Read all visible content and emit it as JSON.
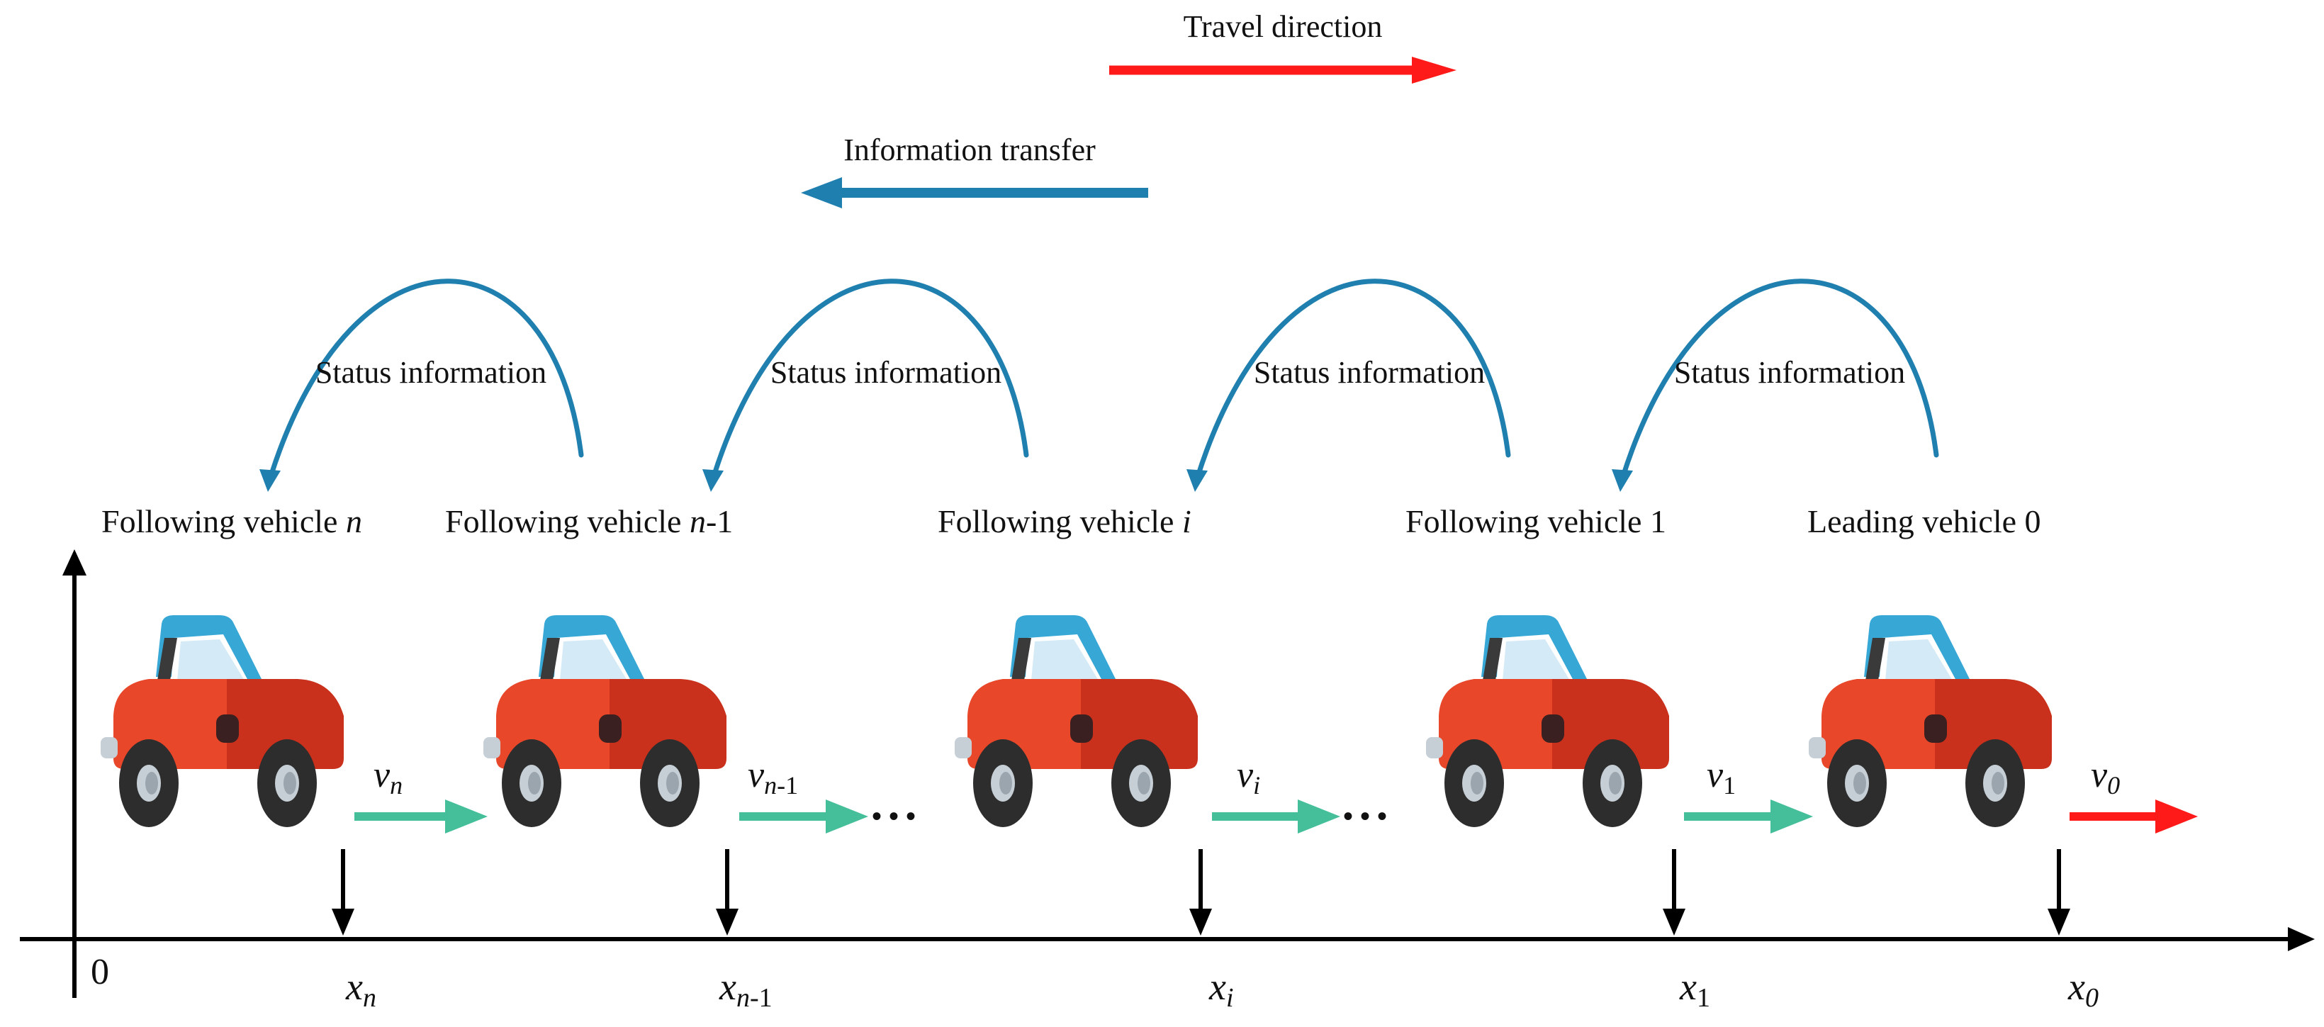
{
  "colors": {
    "travel_arrow": "#ff1a1a",
    "info_arrow": "#1f7fae",
    "velocity_arrow": "#45bf9a",
    "lead_velocity_arrow": "#ff1a1a",
    "axis": "#000000",
    "car_body_left": "#e8472a",
    "car_body_right": "#c9311c",
    "car_roof": "#37a7d6",
    "car_window": "#d4ebf7",
    "tire": "#2d2d2d",
    "hubcap": "#c7cfd6"
  },
  "legend": {
    "travel_direction": "Travel direction",
    "information_transfer": "Information transfer"
  },
  "status_label": "Status information",
  "vehicle_labels": [
    {
      "text": "Following vehicle ",
      "index": "n",
      "suffix": ""
    },
    {
      "text": "Following vehicle ",
      "index": "n",
      "suffix": "-1"
    },
    {
      "text": "Following vehicle ",
      "index": "i",
      "suffix": ""
    },
    {
      "text": "Following vehicle 1",
      "index": "",
      "suffix": ""
    },
    {
      "text": "Leading vehicle 0",
      "index": "",
      "suffix": ""
    }
  ],
  "velocity_labels": [
    {
      "base": "v",
      "sub": "n",
      "sub_italic": true
    },
    {
      "base": "v",
      "sub": "n",
      "sub_tail": "-1",
      "sub_italic": true
    },
    {
      "base": "v",
      "sub": "i",
      "sub_italic": true
    },
    {
      "base": "v",
      "sub": "1",
      "sub_italic": false
    },
    {
      "base": "v",
      "sub": "0",
      "sub_italic": true
    }
  ],
  "position_labels": [
    {
      "base": "x",
      "sub": "n",
      "sub_italic": true
    },
    {
      "base": "x",
      "sub": "n",
      "sub_tail": "-1",
      "sub_italic": true
    },
    {
      "base": "x",
      "sub": "i",
      "sub_italic": true
    },
    {
      "base": "x",
      "sub": "1",
      "sub_italic": false
    },
    {
      "base": "x",
      "sub": "0",
      "sub_italic": true
    }
  ],
  "origin_label": "0",
  "ellipsis": "• • •"
}
